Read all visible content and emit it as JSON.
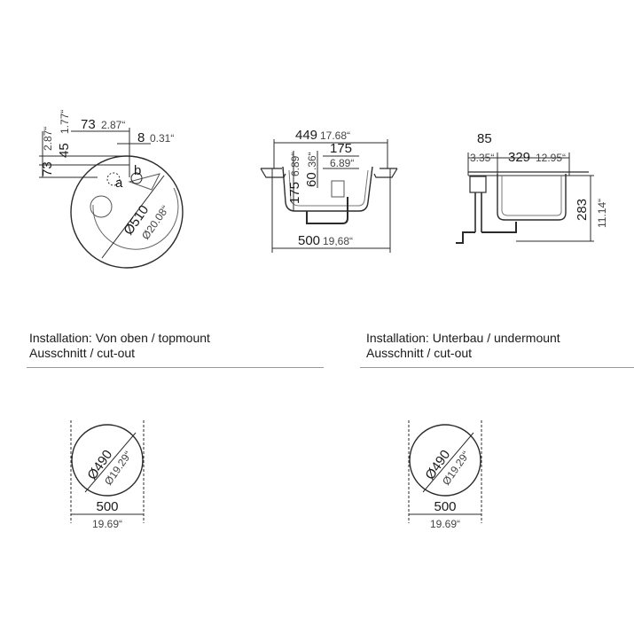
{
  "top_view": {
    "dim_73_mm": "73",
    "dim_73_in": "2.87“",
    "dim_8_mm": "8",
    "dim_8_in": "0.31“",
    "dim_v73_mm": "73",
    "dim_v73_in": "2.87“",
    "dim_v45_mm": "45",
    "dim_v45_in": "1.77“",
    "label_a": "a",
    "label_b": "b",
    "diameter_mm": "Ø510",
    "diameter_in": "Ø20.08“"
  },
  "section_view": {
    "width_449_mm": "449",
    "width_449_in": "17.68“",
    "width_175_mm": "175",
    "width_175_in": "6.89“",
    "height_175_mm": "175",
    "height_175_in": "6.89“",
    "height_60_mm": "60",
    "height_60_in": ".36“",
    "width_500_mm": "500",
    "width_500_in": "19,68“"
  },
  "side_view": {
    "dim_85_mm": "85",
    "dim_85_in": "3.35“",
    "dim_329_mm": "329",
    "dim_329_in": "12.95“",
    "dim_283_mm": "283",
    "dim_283_in": "11.14“"
  },
  "topmount": {
    "title": "Installation: Von oben / topmount",
    "subtitle": "Ausschnitt / cut-out",
    "diameter_mm": "Ø490",
    "diameter_in": "Ø19.29“",
    "width_mm": "500",
    "width_in": "19.69“"
  },
  "undermount": {
    "title": "Installation: Unterbau / undermount",
    "subtitle": "Ausschnitt / cut-out",
    "diameter_mm": "Ø490",
    "diameter_in": "Ø19.29“",
    "width_mm": "500",
    "width_in": "19.69“"
  }
}
